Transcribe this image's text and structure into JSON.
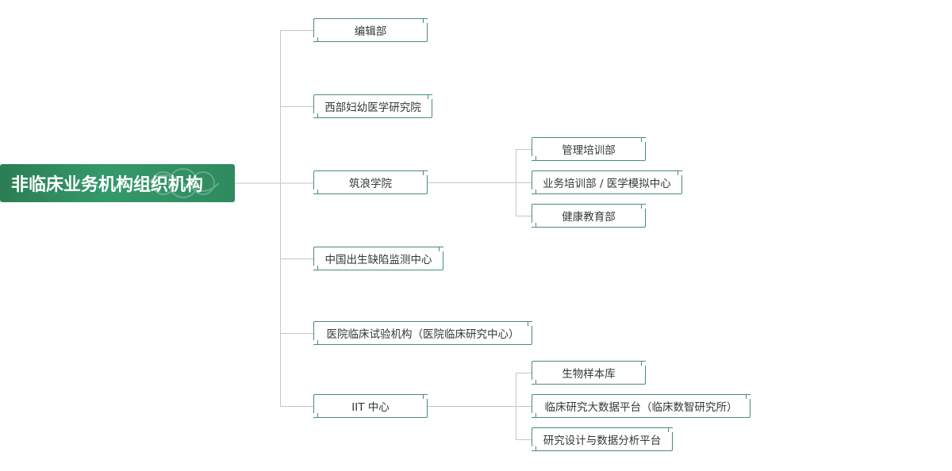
{
  "root": {
    "label": "非临床业务机构组织机构"
  },
  "level1": [
    {
      "label": "编辑部"
    },
    {
      "label": "西部妇幼医学研究院"
    },
    {
      "label": "筑浪学院"
    },
    {
      "label": "中国出生缺陷监测中心"
    },
    {
      "label": "医院临床试验机构（医院临床研究中心）"
    },
    {
      "label": "IIT 中心"
    }
  ],
  "zhulang_children": [
    {
      "label": "管理培训部"
    },
    {
      "label": "业务培训部 / 医学模拟中心"
    },
    {
      "label": "健康教育部"
    }
  ],
  "iit_children": [
    {
      "label": "生物样本库"
    },
    {
      "label": "临床研究大数据平台（临床数智研究所）"
    },
    {
      "label": "研究设计与数据分析平台"
    }
  ],
  "colors": {
    "root_bg": "#2f8a5f",
    "node_border": "#4a8d6c",
    "connector": "#c8c8c8"
  }
}
